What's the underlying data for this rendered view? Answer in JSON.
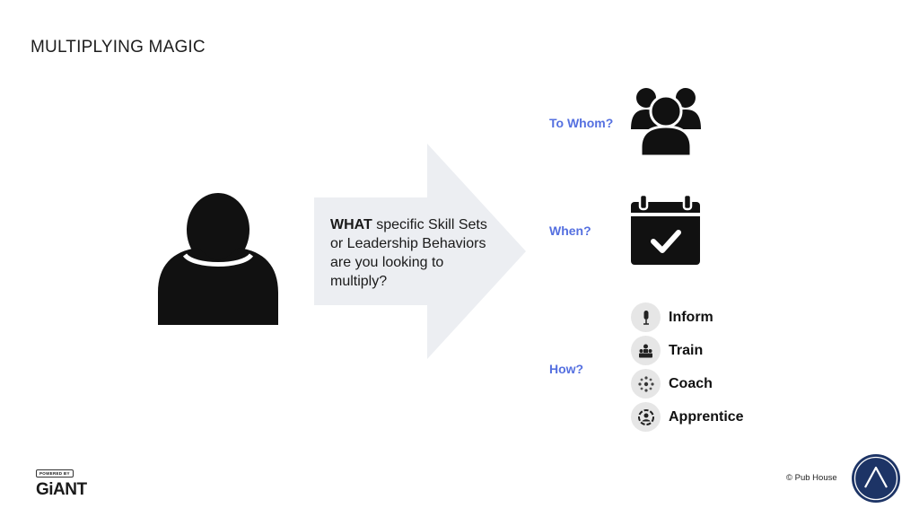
{
  "slide": {
    "title": "MULTIPLYING MAGIC"
  },
  "arrow": {
    "bold": "WHAT",
    "text": " specific Skill Sets or Leadership Behaviors are you looking to multiply?"
  },
  "questions": {
    "to_whom": "To Whom?",
    "when": "When?",
    "how": "How?"
  },
  "how_items": [
    {
      "label": "Inform",
      "icon": "microphone-icon"
    },
    {
      "label": "Train",
      "icon": "audience-icon"
    },
    {
      "label": "Coach",
      "icon": "network-icon"
    },
    {
      "label": "Apprentice",
      "icon": "mentor-icon"
    }
  ],
  "footer": {
    "powered_by": "POWERED BY",
    "brand": "GiANT",
    "copyright": "© Pub House"
  },
  "colors": {
    "accent": "#5570e0",
    "icon_dark": "#111111",
    "arrow_fill": "#eceef2",
    "badge_navy": "#1d3466"
  }
}
